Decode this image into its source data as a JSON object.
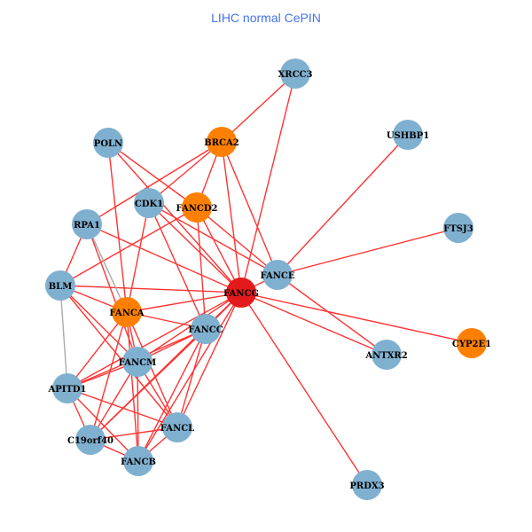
{
  "title": "LIHC normal CePIN",
  "colors": {
    "edge": "#ff3333",
    "edge_gray": "#aaaaaa",
    "node_default": "#80b0d0",
    "node_orange": "#ff8000",
    "node_red": "#e31a1c",
    "title": "#4472f0"
  },
  "nodes": [
    {
      "id": "XRCC3",
      "type": "default"
    },
    {
      "id": "POLN",
      "type": "default"
    },
    {
      "id": "BRCA2",
      "type": "orange"
    },
    {
      "id": "USHBP1",
      "type": "default"
    },
    {
      "id": "CDK1",
      "type": "default"
    },
    {
      "id": "FANCD2",
      "type": "orange"
    },
    {
      "id": "RPA1",
      "type": "default"
    },
    {
      "id": "FTSJ3",
      "type": "default"
    },
    {
      "id": "BLM",
      "type": "default"
    },
    {
      "id": "FANCE",
      "type": "default"
    },
    {
      "id": "FANCG",
      "type": "red"
    },
    {
      "id": "FANCA",
      "type": "orange"
    },
    {
      "id": "FANCC",
      "type": "default"
    },
    {
      "id": "CYP2E1",
      "type": "orange"
    },
    {
      "id": "ANTXR2",
      "type": "default"
    },
    {
      "id": "FANCM",
      "type": "default"
    },
    {
      "id": "APITD1",
      "type": "default"
    },
    {
      "id": "FANCL",
      "type": "default"
    },
    {
      "id": "C19orf40",
      "type": "default"
    },
    {
      "id": "FANCB",
      "type": "default"
    },
    {
      "id": "PRDX3",
      "type": "default"
    }
  ],
  "edges": [
    [
      "XRCC3",
      "FANCG"
    ],
    [
      "XRCC3",
      "BRCA2"
    ],
    [
      "USHBP1",
      "FANCE"
    ],
    [
      "FTSJ3",
      "FANCE"
    ],
    [
      "CYP2E1",
      "FANCG"
    ],
    [
      "ANTXR2",
      "FANCG"
    ],
    [
      "ANTXR2",
      "FANCE"
    ],
    [
      "PRDX3",
      "FANCG"
    ],
    [
      "BRCA2",
      "RPA1"
    ],
    [
      "BRCA2",
      "CDK1"
    ],
    [
      "BRCA2",
      "FANCD2"
    ],
    [
      "BRCA2",
      "FANCG"
    ],
    [
      "BRCA2",
      "FANCE"
    ],
    [
      "POLN",
      "FANCD2"
    ],
    [
      "POLN",
      "FANCG"
    ],
    [
      "POLN",
      "FANCA"
    ],
    [
      "CDK1",
      "FANCG"
    ],
    [
      "CDK1",
      "FANCE"
    ],
    [
      "CDK1",
      "FANCC"
    ],
    [
      "CDK1",
      "FANCA"
    ],
    [
      "FANCD2",
      "BLM"
    ],
    [
      "FANCD2",
      "FANCG"
    ],
    [
      "FANCD2",
      "FANCE"
    ],
    [
      "FANCD2",
      "FANCC"
    ],
    [
      "RPA1",
      "BLM"
    ],
    [
      "RPA1",
      "FANCG"
    ],
    [
      "RPA1",
      "FANCM"
    ],
    [
      "BLM",
      "FANCG"
    ],
    [
      "BLM",
      "FANCA"
    ],
    [
      "BLM",
      "FANCM"
    ],
    [
      "BLM",
      "FANCL"
    ],
    [
      "FANCA",
      "FANCG"
    ],
    [
      "FANCA",
      "FANCC"
    ],
    [
      "FANCA",
      "FANCM"
    ],
    [
      "FANCA",
      "APITD1"
    ],
    [
      "FANCA",
      "C19orf40"
    ],
    [
      "FANCA",
      "FANCB"
    ],
    [
      "FANCA",
      "FANCL"
    ],
    [
      "FANCC",
      "FANCG"
    ],
    [
      "FANCC",
      "FANCM"
    ],
    [
      "FANCC",
      "APITD1"
    ],
    [
      "FANCC",
      "FANCL"
    ],
    [
      "FANCC",
      "C19orf40"
    ],
    [
      "FANCC",
      "FANCB"
    ],
    [
      "FANCM",
      "FANCG"
    ],
    [
      "FANCM",
      "APITD1"
    ],
    [
      "FANCM",
      "FANCL"
    ],
    [
      "FANCM",
      "FANCB"
    ],
    [
      "FANCM",
      "C19orf40"
    ],
    [
      "APITD1",
      "FANCG"
    ],
    [
      "APITD1",
      "FANCL"
    ],
    [
      "APITD1",
      "C19orf40"
    ],
    [
      "APITD1",
      "FANCB"
    ],
    [
      "FANCL",
      "FANCG"
    ],
    [
      "FANCL",
      "C19orf40"
    ],
    [
      "FANCL",
      "FANCB"
    ],
    [
      "C19orf40",
      "FANCB"
    ],
    [
      "C19orf40",
      "FANCG"
    ],
    [
      "FANCB",
      "FANCG"
    ],
    [
      "FANCE",
      "FANCG"
    ]
  ],
  "gray_edges": [
    [
      "RPA1",
      "FANCA"
    ],
    [
      "BLM",
      "APITD1"
    ]
  ]
}
